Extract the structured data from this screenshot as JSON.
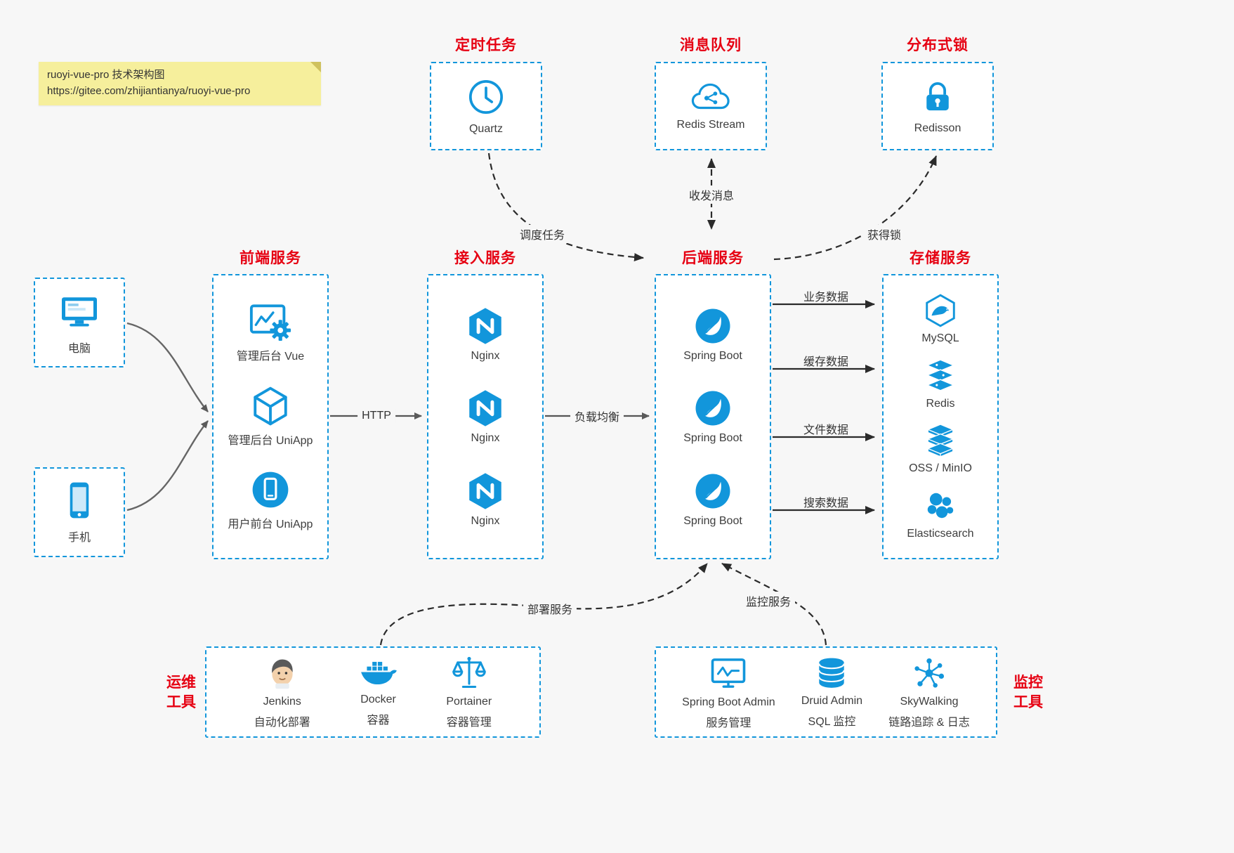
{
  "colors": {
    "accent": "#1296db",
    "section_title": "#e60012",
    "note_bg": "#f6ef9c",
    "text": "#3d3d3d"
  },
  "note": {
    "line1": "ruoyi-vue-pro 技术架构图",
    "line2": "https://gitee.com/zhijiantianya/ruoyi-vue-pro"
  },
  "top_services": [
    {
      "title": "定时任务",
      "icon": "clock-icon",
      "label": "Quartz"
    },
    {
      "title": "消息队列",
      "icon": "cloud-network-icon",
      "label": "Redis Stream"
    },
    {
      "title": "分布式锁",
      "icon": "lock-icon",
      "label": "Redisson"
    }
  ],
  "clients": [
    {
      "icon": "desktop-icon",
      "label": "电脑"
    },
    {
      "icon": "smartphone-icon",
      "label": "手机"
    }
  ],
  "columns": [
    {
      "title": "前端服务",
      "items": [
        {
          "icon": "admin-vue-icon",
          "label": "管理后台 Vue"
        },
        {
          "icon": "uniapp-cube-icon",
          "label": "管理后台 UniApp"
        },
        {
          "icon": "user-uniapp-icon",
          "label": "用户前台 UniApp"
        }
      ]
    },
    {
      "title": "接入服务",
      "items": [
        {
          "icon": "nginx-icon",
          "label": "Nginx"
        },
        {
          "icon": "nginx-icon",
          "label": "Nginx"
        },
        {
          "icon": "nginx-icon",
          "label": "Nginx"
        }
      ]
    },
    {
      "title": "后端服务",
      "items": [
        {
          "icon": "spring-boot-icon",
          "label": "Spring Boot"
        },
        {
          "icon": "spring-boot-icon",
          "label": "Spring Boot"
        },
        {
          "icon": "spring-boot-icon",
          "label": "Spring Boot"
        }
      ]
    },
    {
      "title": "存储服务",
      "items": [
        {
          "icon": "mysql-icon",
          "label": "MySQL"
        },
        {
          "icon": "redis-icon",
          "label": "Redis"
        },
        {
          "icon": "oss-minio-icon",
          "label": "OSS / MinIO"
        },
        {
          "icon": "elasticsearch-icon",
          "label": "Elasticsearch"
        }
      ]
    }
  ],
  "ops_tools": {
    "title_line1": "运维",
    "title_line2": "工具",
    "items": [
      {
        "icon": "jenkins-icon",
        "label": "Jenkins",
        "sublabel": "自动化部署"
      },
      {
        "icon": "docker-icon",
        "label": "Docker",
        "sublabel": "容器"
      },
      {
        "icon": "portainer-icon",
        "label": "Portainer",
        "sublabel": "容器管理"
      }
    ]
  },
  "monitor_tools": {
    "title_line1": "监控",
    "title_line2": "工具",
    "items": [
      {
        "icon": "spring-boot-admin-icon",
        "label": "Spring Boot Admin",
        "sublabel": "服务管理"
      },
      {
        "icon": "druid-icon",
        "label": "Druid Admin",
        "sublabel": "SQL 监控"
      },
      {
        "icon": "skywalking-icon",
        "label": "SkyWalking",
        "sublabel": "链路追踪 & 日志"
      }
    ]
  },
  "edge_labels": {
    "http": "HTTP",
    "load_balance": "负载均衡",
    "schedule": "调度任务",
    "messages": "收发消息",
    "get_lock": "获得锁",
    "deploy": "部署服务",
    "monitor": "监控服务",
    "business_data": "业务数据",
    "cache_data": "缓存数据",
    "file_data": "文件数据",
    "search_data": "搜索数据"
  }
}
